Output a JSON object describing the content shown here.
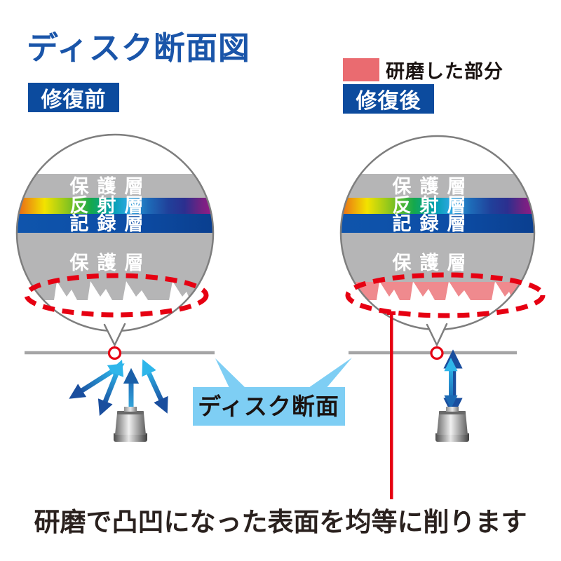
{
  "page": {
    "title": "ディスク断面図",
    "caption": "研磨で凸凹になった表面を均等に削ります"
  },
  "legend": {
    "label": "研磨した部分",
    "swatch_color": "#ea6b70"
  },
  "panels": {
    "before": {
      "badge": "修復前"
    },
    "after": {
      "badge": "修復後"
    }
  },
  "layers": {
    "protective_top": "保護層",
    "reflective": "反射層",
    "recording": "記録層",
    "protective_bottom": "保護層"
  },
  "callout": {
    "label": "ディスク断面"
  },
  "colors": {
    "title_blue": "#1a55a9",
    "badge_blue": "#0c4b9e",
    "layer_gray": "#b5b5b6",
    "record_blue": "#0f55ac",
    "polished_pink": "#ef8a8e",
    "highlight_red": "#e60012",
    "callout_blue": "#7ecef4",
    "surface_line_gray": "#a5a5a6",
    "circle_outline_gray": "#7e7e7e",
    "arrow_cyan": "#2eb6ea",
    "arrow_navy": "#1a4e9e"
  }
}
